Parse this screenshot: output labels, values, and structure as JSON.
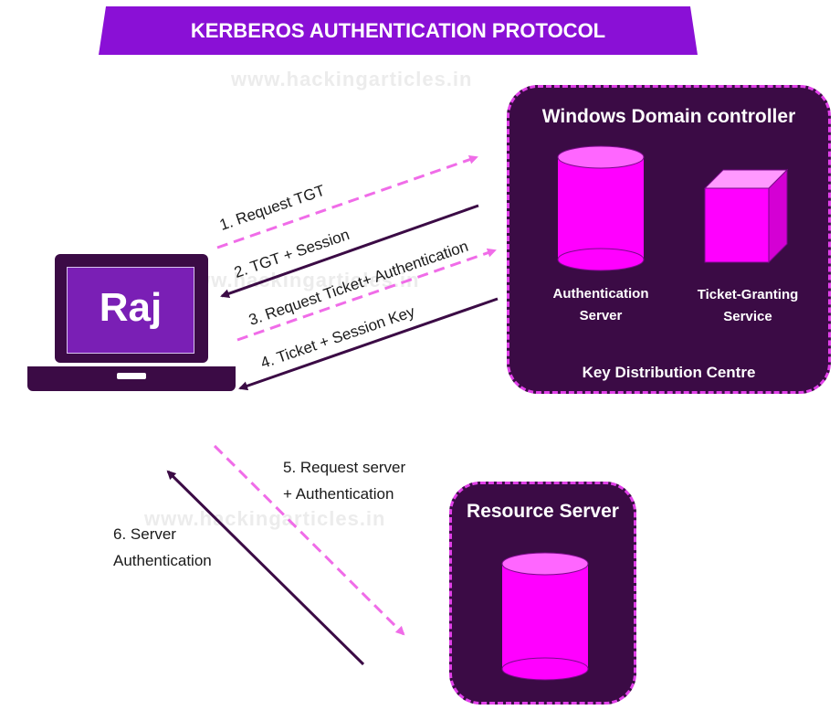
{
  "title": "KERBEROS AUTHENTICATION PROTOCOL",
  "watermarks": [
    "www.hackingarticles.in",
    "www.hackingarticles.in",
    "www.hackingarticles.in"
  ],
  "client": {
    "name": "Raj"
  },
  "domain_controller": {
    "title": "Windows Domain controller",
    "auth_server": [
      "Authentication",
      "Server"
    ],
    "tgs": [
      "Ticket-Granting",
      "Service"
    ],
    "footer": "Key Distribution Centre"
  },
  "resource_server": {
    "title": "Resource Server"
  },
  "messages": {
    "m1": "1. Request TGT",
    "m2": "2. TGT + Session",
    "m3": "3. Request Ticket+ Authentication",
    "m4": "4. Ticket + Session Key",
    "m5": [
      "5. Request server",
      "+ Authentication"
    ],
    "m6": [
      "6. Server",
      "Authentication"
    ]
  },
  "colors": {
    "dark_purple": "#3b0b45",
    "magenta": "#ff00ff",
    "pink_dashed": "#f06ce8",
    "banner": "#8a10d6"
  }
}
